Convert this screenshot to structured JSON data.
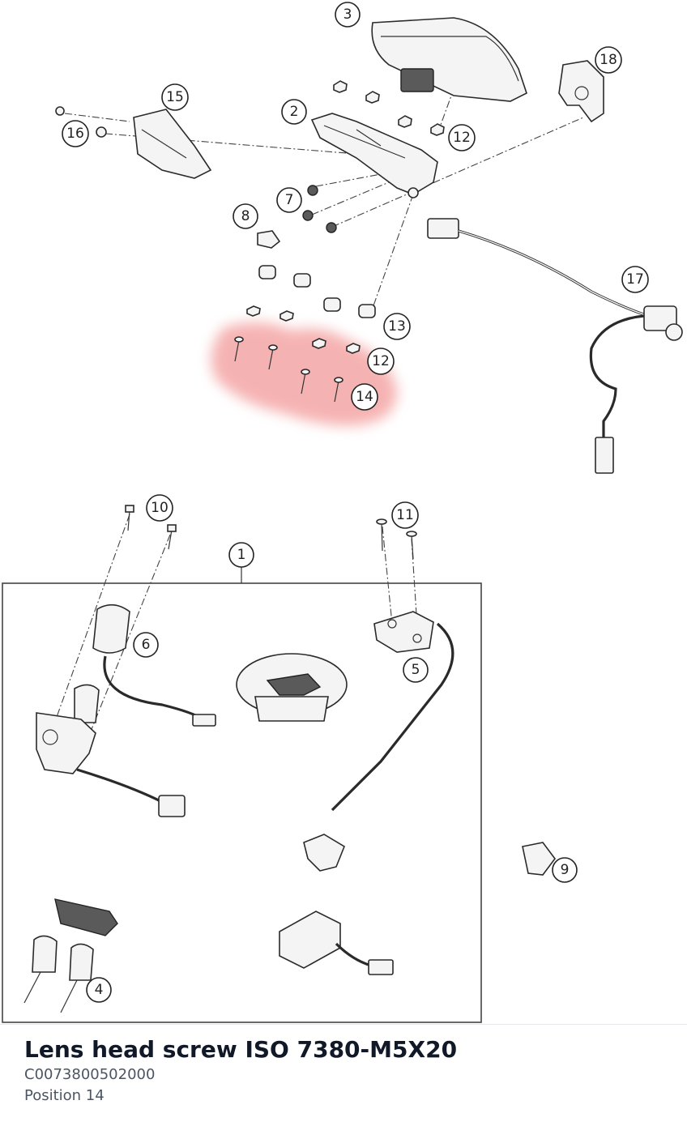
{
  "diagram": {
    "callouts": [
      {
        "id": "c3",
        "label": "3"
      },
      {
        "id": "c18",
        "label": "18"
      },
      {
        "id": "c15",
        "label": "15"
      },
      {
        "id": "c2",
        "label": "2"
      },
      {
        "id": "c16",
        "label": "16"
      },
      {
        "id": "c12a",
        "label": "12"
      },
      {
        "id": "c7",
        "label": "7"
      },
      {
        "id": "c8",
        "label": "8"
      },
      {
        "id": "c17",
        "label": "17"
      },
      {
        "id": "c13",
        "label": "13"
      },
      {
        "id": "c12b",
        "label": "12"
      },
      {
        "id": "c14",
        "label": "14"
      },
      {
        "id": "c10",
        "label": "10"
      },
      {
        "id": "c11",
        "label": "11"
      },
      {
        "id": "c1",
        "label": "1"
      },
      {
        "id": "c6",
        "label": "6"
      },
      {
        "id": "c5",
        "label": "5"
      },
      {
        "id": "c9",
        "label": "9"
      },
      {
        "id": "c4",
        "label": "4"
      }
    ],
    "highlight_color": "#f08080"
  },
  "part": {
    "name": "Lens head screw ISO 7380-M5X20",
    "number": "C0073800502000",
    "position": "Position 14"
  }
}
